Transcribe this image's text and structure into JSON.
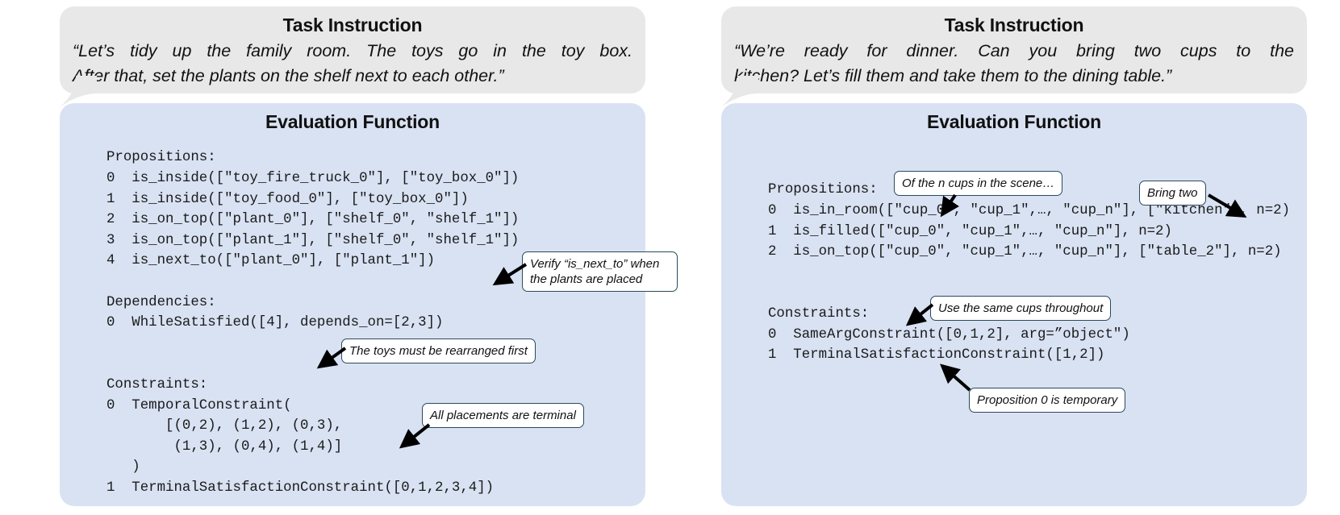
{
  "colors": {
    "bubble_bg": "#e8e8e8",
    "panel_bg": "#d9e2f3",
    "callout_border": "#2b4a5a",
    "text": "#111111",
    "page_bg": "#ffffff"
  },
  "panels": [
    {
      "id": "left",
      "instruction": {
        "title": "Task Instruction",
        "line1": "“Let’s tidy up the family room. The toys go in the toy box.",
        "line2": "After that, set the plants on the shelf next to each other.”"
      },
      "evaluation": {
        "title": "Evaluation Function",
        "code": "Propositions:\n0  is_inside([\"toy_fire_truck_0\"], [\"toy_box_0\"])\n1  is_inside([\"toy_food_0\"], [\"toy_box_0\"])\n2  is_on_top([\"plant_0\"], [\"shelf_0\", \"shelf_1\"])\n3  is_on_top([\"plant_1\"], [\"shelf_0\", \"shelf_1\"])\n4  is_next_to([\"plant_0\"], [\"plant_1\"])\n\nDependencies:\n0  WhileSatisfied([4], depends_on=[2,3])\n\n\nConstraints:\n0  TemporalConstraint(\n       [(0,2), (1,2), (0,3),\n        (1,3), (0,4), (1,4)]\n   )\n1  TerminalSatisfactionConstraint([0,1,2,3,4])"
      },
      "callouts": [
        {
          "id": "verify-next-to",
          "line1": "Verify “is_next_to” when",
          "line2": "the plants are placed"
        },
        {
          "id": "toys-rearranged",
          "line1": "The toys must be rearranged first",
          "line2": ""
        },
        {
          "id": "placements-terminal",
          "line1": "All  placements are terminal",
          "line2": ""
        }
      ]
    },
    {
      "id": "right",
      "instruction": {
        "title": "Task Instruction",
        "line1": "“We’re ready for dinner. Can you bring two cups to the",
        "line2": "kitchen? Let’s fill them and take them to the dining table.”"
      },
      "evaluation": {
        "title": "Evaluation Function",
        "code": "Propositions:\n0  is_in_room([\"cup_0\", \"cup_1\",…, \"cup_n\"], [\"kitchen\"], n=2)\n1  is_filled([\"cup_0\", \"cup_1\",…, \"cup_n\"], n=2)\n2  is_on_top([\"cup_0\", \"cup_1\",…, \"cup_n\"], [\"table_2\"], n=2)\n\n\nConstraints:\n0  SameArgConstraint([0,1,2], arg=”object\")\n1  TerminalSatisfactionConstraint([1,2])"
      },
      "callouts": [
        {
          "id": "n-cups-in-scene",
          "line1": "Of the n cups in the scene…",
          "line2": ""
        },
        {
          "id": "bring-two",
          "line1": "Bring two",
          "line2": ""
        },
        {
          "id": "same-cups",
          "line1": "Use the same cups throughout",
          "line2": ""
        },
        {
          "id": "prop-0-temporary",
          "line1": "Proposition 0 is temporary",
          "line2": ""
        }
      ]
    }
  ]
}
